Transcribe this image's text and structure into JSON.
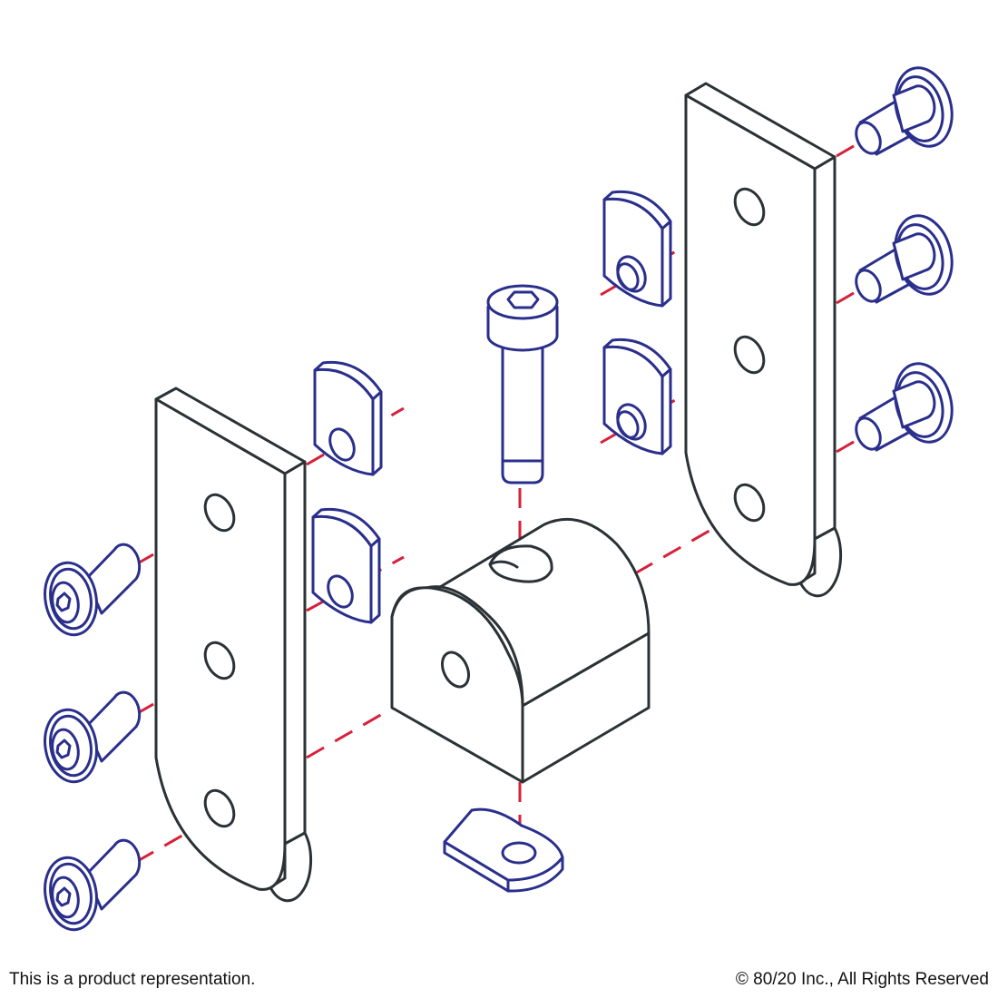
{
  "footer": {
    "disclaimer": "This is a product representation.",
    "copyright": "© 80/20 Inc., All Rights Reserved"
  },
  "colors": {
    "part_outline": "#2b3236",
    "fastener_outline": "#2a2f8c",
    "assembly_axis": "#d6213a",
    "background": "#ffffff"
  },
  "parts": [
    "left-hinge-leaf",
    "right-hinge-leaf",
    "pivot-block",
    "socket-head-cap-screw",
    "button-head-screws",
    "t-nuts",
    "bottom-t-nut"
  ]
}
